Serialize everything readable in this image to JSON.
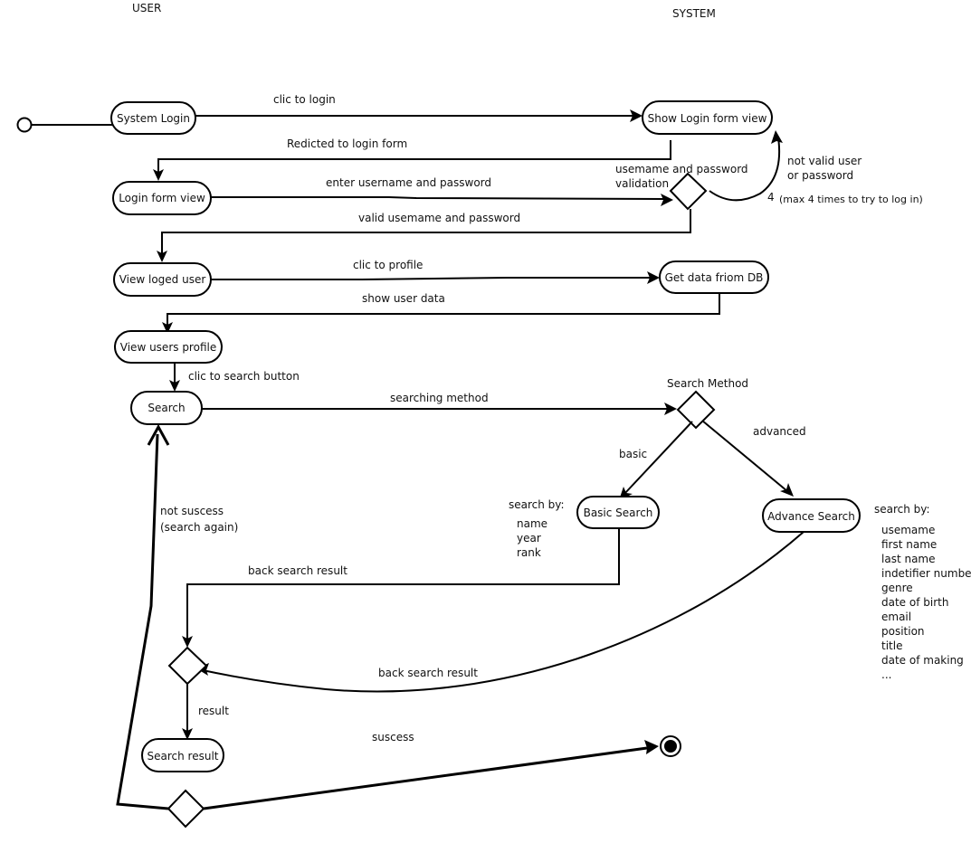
{
  "swimlanes": {
    "user": "USER",
    "system": "SYSTEM"
  },
  "nodes": {
    "system_login": "System Login",
    "show_login_form": "Show Login form view",
    "login_form_view": "Login form view",
    "view_loged_user": "View loged user",
    "get_data_db": "Get data friom DB",
    "view_users_profile": "View users profile",
    "search": "Search",
    "basic_search": "Basic Search",
    "advance_search": "Advance Search",
    "search_result": "Search result"
  },
  "decisions": {
    "credential_validation": {
      "label_line1": "usemame and password",
      "label_line2": "validation"
    },
    "search_method": {
      "label": "Search Method"
    }
  },
  "edges": {
    "clic_to_login": "clic to login",
    "redicted": "Redicted to login form",
    "enter_credentials": "enter username and password",
    "valid_credentials": "valid usemame and password",
    "not_valid_line1": "not valid user",
    "not_valid_line2": "or password",
    "retry_count": "4",
    "retry_note": "(max 4 times to try to log in)",
    "clic_to_profile": "clic to profile",
    "show_user_data": "show user data",
    "clic_to_search": "clic to search button",
    "searching_method": "searching method",
    "basic": "basic",
    "advanced": "advanced",
    "back_search_result_basic": "back search result",
    "back_search_result_advanced": "back search result",
    "result": "result",
    "not_success_line1": "not suscess",
    "not_success_line2": "(search again)",
    "success": "suscess"
  },
  "basic_search_by": {
    "title": "search by:",
    "items": [
      "name",
      "year",
      "rank"
    ]
  },
  "advanced_search_by": {
    "title": "search by:",
    "items": [
      "usemame",
      "first name",
      "last name",
      "indetifier number",
      "genre",
      "date of birth",
      "email",
      "position",
      "title",
      "date of making",
      "..."
    ]
  }
}
